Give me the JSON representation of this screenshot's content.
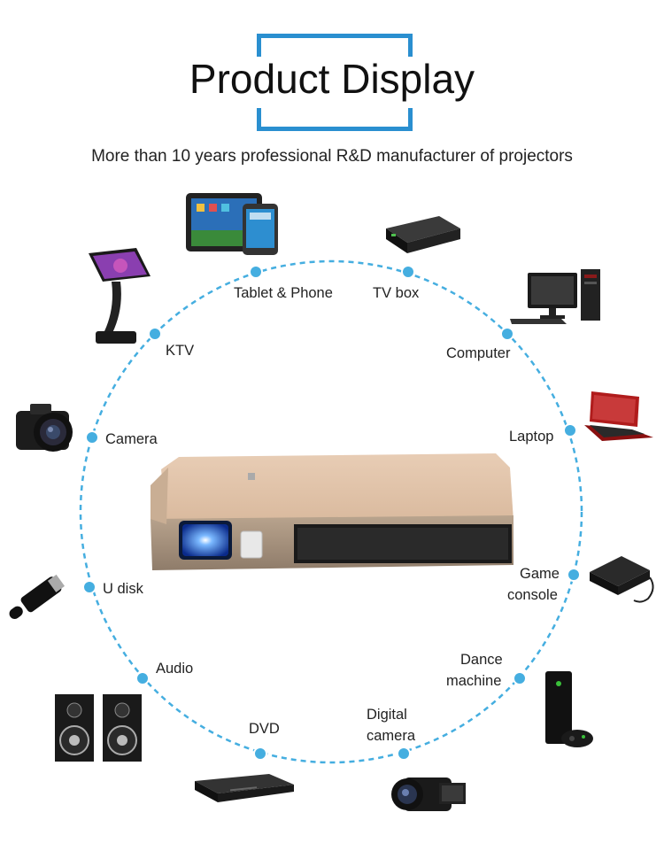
{
  "header": {
    "title": "Product Display",
    "subtitle": "More than 10 years professional R&D manufacturer of projectors"
  },
  "colors": {
    "accent": "#2a8fd0",
    "dots": "#45aee0"
  },
  "devices": {
    "tablet_phone": "Tablet & Phone",
    "tv_box": "TV box",
    "ktv": "KTV",
    "computer": "Computer",
    "camera": "Camera",
    "laptop": "Laptop",
    "u_disk": "U disk",
    "game_console_1": "Game",
    "game_console_2": "console",
    "audio": "Audio",
    "dance_machine_1": "Dance",
    "dance_machine_2": "machine",
    "dvd": "DVD",
    "digital_camera_1": "Digital",
    "digital_camera_2": "camera"
  }
}
